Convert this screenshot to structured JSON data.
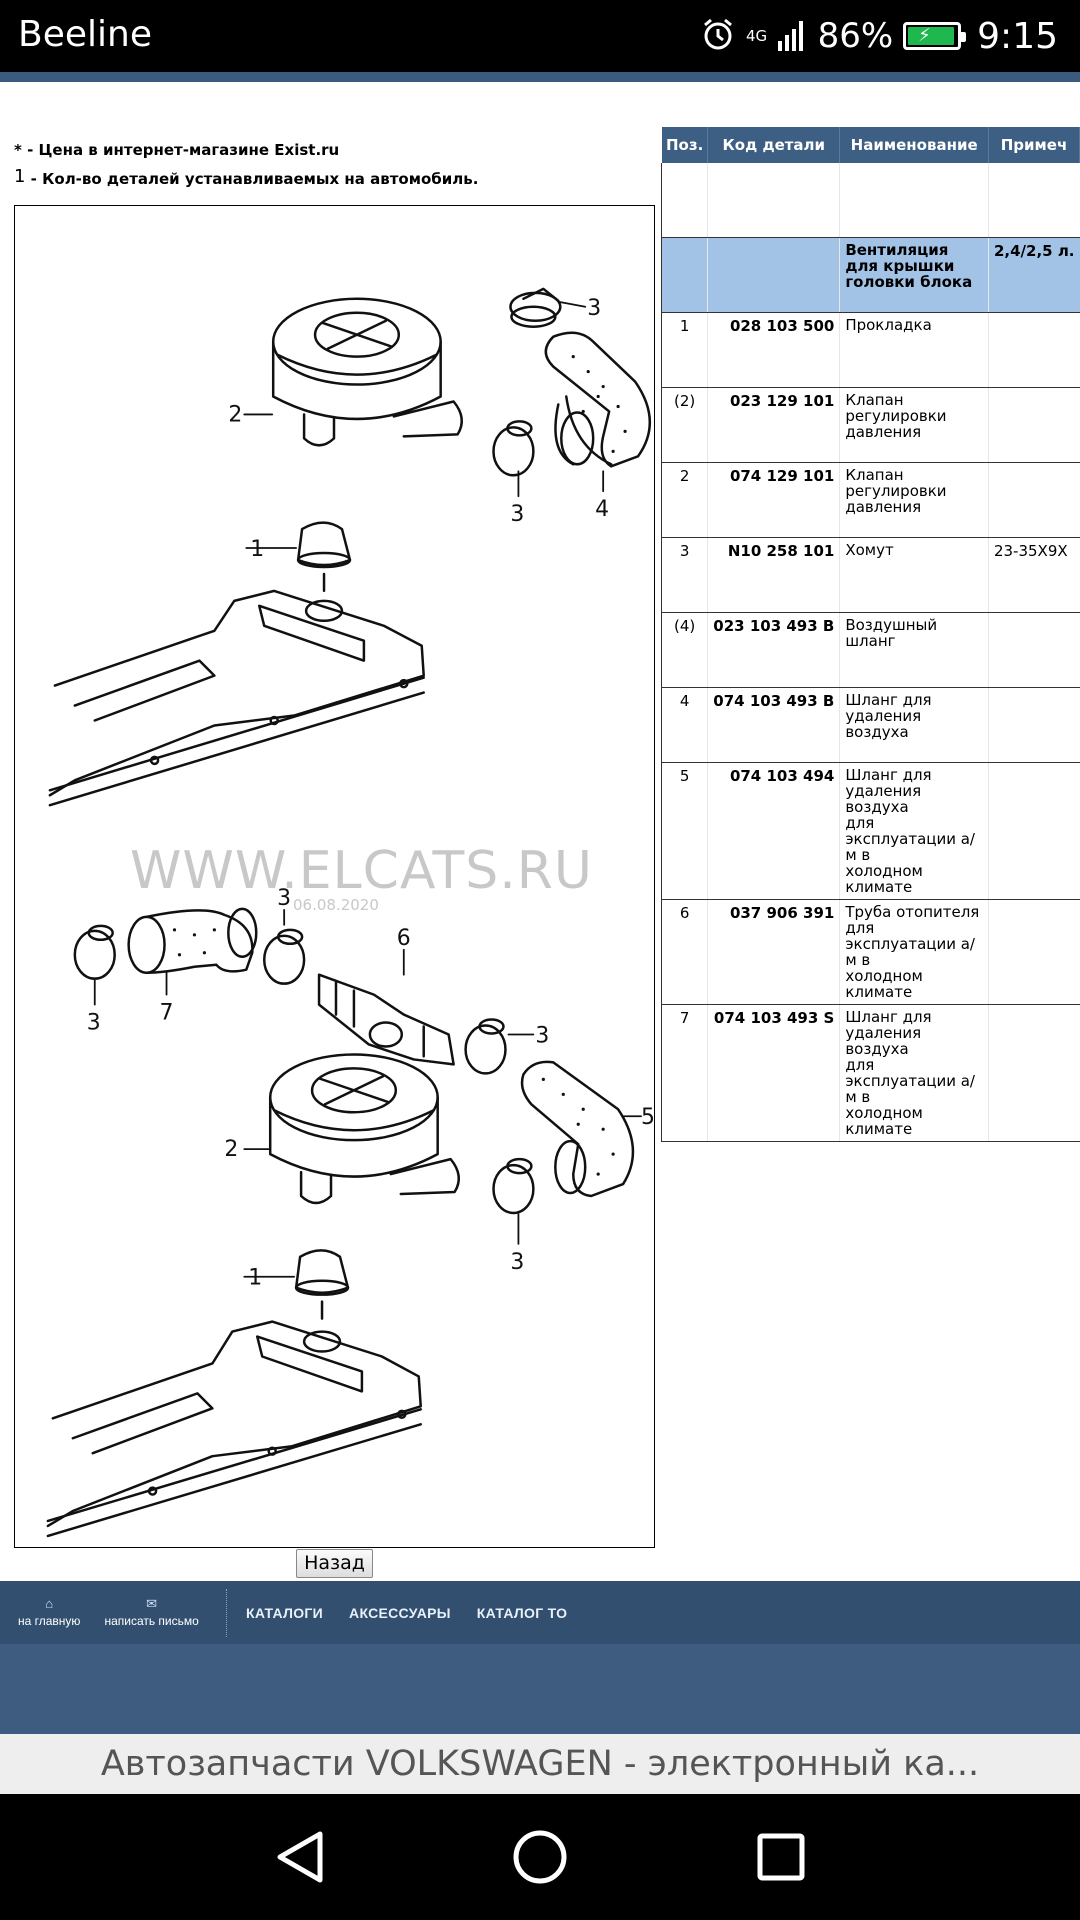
{
  "status_bar": {
    "carrier": "Beeline",
    "network": "4G",
    "battery": "86%",
    "time": "9:15"
  },
  "notes": {
    "price_note": "* - Цена в интернет-магазине Exist.ru",
    "qty_marker": "1",
    "qty_note": " - Кол-во деталей устанавливаемых на автомобиль."
  },
  "diagram": {
    "watermark": "WWW.ELCATS.RU",
    "watermark_date": "06.08.2020",
    "callouts": [
      "1",
      "2",
      "3",
      "4",
      "5",
      "6",
      "7"
    ]
  },
  "table": {
    "headers": [
      "Поз.",
      "Код детали",
      "Наименование",
      "Примеч"
    ],
    "group": {
      "name": "Вентиляция для крышки головки блока",
      "note": "2,4/2,5 л."
    },
    "rows": [
      {
        "pos": "1",
        "code": "028 103 500",
        "name": [
          "Прокладка"
        ],
        "note": ""
      },
      {
        "pos": "(2)",
        "code": "023 129 101",
        "name": [
          "Клапан регулировки",
          "давления"
        ],
        "note": ""
      },
      {
        "pos": "2",
        "code": "074 129 101",
        "name": [
          "Клапан регулировки",
          "давления"
        ],
        "note": ""
      },
      {
        "pos": "3",
        "code": "N10 258 101",
        "name": [
          "Хомут"
        ],
        "note": "23-35X9X"
      },
      {
        "pos": "(4)",
        "code": "023 103 493 B",
        "name": [
          "Воздушный шланг"
        ],
        "note": ""
      },
      {
        "pos": "4",
        "code": "074 103 493 B",
        "name": [
          "Шланг для удаления",
          "воздуха"
        ],
        "note": ""
      },
      {
        "pos": "5",
        "code": "074 103 494",
        "name": [
          "Шланг для удаления",
          "воздуха",
          "для эксплуатации а/м в",
          "холодном климате"
        ],
        "note": ""
      },
      {
        "pos": "6",
        "code": "037 906 391",
        "name": [
          "Труба отопителя",
          "для эксплуатации а/м в",
          "холодном климате"
        ],
        "note": ""
      },
      {
        "pos": "7",
        "code": "074 103 493 S",
        "name": [
          "Шланг для удаления",
          "воздуха",
          "для эксплуатации а/м в",
          "холодном климате"
        ],
        "note": ""
      }
    ]
  },
  "back_button": "Назад",
  "nav": {
    "home": "на главную",
    "mail": "написать письмо",
    "links": [
      "КАТАЛОГИ",
      "АКСЕССУАРЫ",
      "КАТАЛОГ ТО"
    ]
  },
  "browser_title": "Автозапчасти VOLKSWAGEN - электронный ка...",
  "colors": {
    "header_blue": "#3e5f84",
    "group_row": "#a3c3e6",
    "nav_bg": "#324f70",
    "battery_green": "#1fb84f"
  },
  "icons": {
    "alarm": "alarm-icon",
    "signal": "signal-icon",
    "battery": "battery-icon",
    "home": "home-icon",
    "mail": "mail-icon",
    "back": "back-triangle-icon",
    "home_circle": "home-circle-icon",
    "recents": "recents-square-icon"
  }
}
